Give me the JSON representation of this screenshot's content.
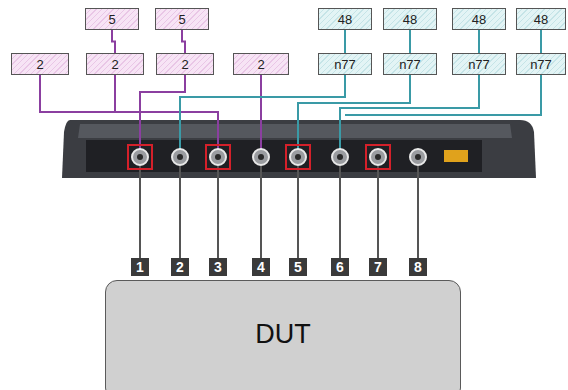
{
  "diagram": {
    "nodes": [
      {
        "text": [
          "5"
        ]
      },
      {
        "text": [
          "5"
        ]
      },
      {
        "text": [
          "48"
        ]
      },
      {
        "text": [
          "48"
        ]
      },
      {
        "text": [
          "48"
        ]
      },
      {
        "text": [
          "48"
        ]
      },
      {
        "text": [
          "2"
        ]
      },
      {
        "text": [
          "2"
        ]
      },
      {
        "text": [
          "2"
        ]
      },
      {
        "text": [
          "2"
        ]
      },
      {
        "text": [
          "n77"
        ]
      },
      {
        "text": [
          "n77"
        ]
      },
      {
        "text": [
          "n77"
        ]
      },
      {
        "text": [
          "n77"
        ]
      },
      {
        "text": [
          "1"
        ]
      },
      {
        "text": [
          "2"
        ]
      },
      {
        "text": [
          "3"
        ]
      },
      {
        "text": [
          "4"
        ]
      },
      {
        "text": [
          "5"
        ]
      },
      {
        "text": [
          "6"
        ]
      },
      {
        "text": [
          "7"
        ]
      },
      {
        "text": [
          "8"
        ]
      },
      {
        "text": [
          "DUT"
        ]
      }
    ],
    "edges": [
      {
        "from": 0,
        "to": 7,
        "arrow": "none"
      },
      {
        "from": 1,
        "to": 8,
        "arrow": "none"
      },
      {
        "from": 2,
        "to": 10,
        "arrow": "none"
      },
      {
        "from": 3,
        "to": 11,
        "arrow": "none"
      },
      {
        "from": 4,
        "to": 12,
        "arrow": "none"
      },
      {
        "from": 5,
        "to": 13,
        "arrow": "none"
      }
    ]
  }
}
